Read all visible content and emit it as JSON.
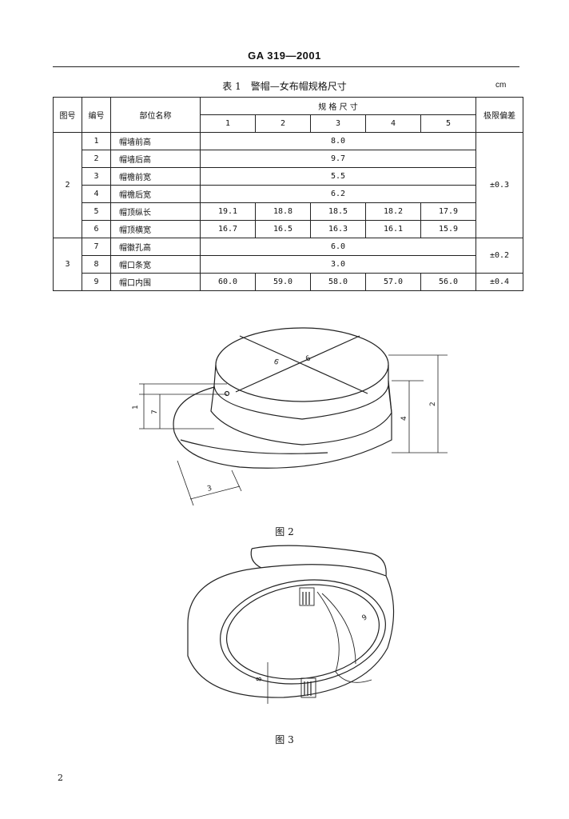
{
  "header": {
    "code": "GA 319—2001"
  },
  "table": {
    "caption": "表 1　警帽—女布帽规格尺寸",
    "unit": "cm",
    "col_headers": {
      "figure_no": "图号",
      "item_no": "编号",
      "part_name": "部位名称",
      "size_group": "规 格 尺 寸",
      "tolerance": "极限偏差"
    },
    "sizes": [
      "1",
      "2",
      "3",
      "4",
      "5"
    ],
    "groups": [
      {
        "figure": "2",
        "rows": [
          {
            "no": "1",
            "name": "帽墙前高",
            "value": "8.0"
          },
          {
            "no": "2",
            "name": "帽墙后高",
            "value": "9.7"
          },
          {
            "no": "3",
            "name": "帽檐前宽",
            "value": "5.5"
          },
          {
            "no": "4",
            "name": "帽檐后宽",
            "value": "6.2"
          },
          {
            "no": "5",
            "name": "帽顶纵长",
            "values": [
              "19.1",
              "18.8",
              "18.5",
              "18.2",
              "17.9"
            ]
          },
          {
            "no": "6",
            "name": "帽顶横宽",
            "values": [
              "16.7",
              "16.5",
              "16.3",
              "16.1",
              "15.9"
            ]
          }
        ]
      },
      {
        "figure": "3",
        "rows": [
          {
            "no": "7",
            "name": "帽徽孔高",
            "value": "6.0"
          },
          {
            "no": "8",
            "name": "帽口条宽",
            "value": "3.0"
          },
          {
            "no": "9",
            "name": "帽口内围",
            "values": [
              "60.0",
              "59.0",
              "58.0",
              "57.0",
              "56.0"
            ]
          }
        ]
      }
    ],
    "tolerances": [
      "±0.3",
      "±0.2",
      "±0.4"
    ]
  },
  "figure2": {
    "caption": "图 2",
    "labels": {
      "crown_a": "6",
      "crown_b": "6",
      "badge_height": "1",
      "front_height": "7",
      "back_brim": "4",
      "back_height": "2",
      "brim_width": "3"
    }
  },
  "figure3": {
    "caption": "图 3",
    "labels": {
      "band_width": "8",
      "inner_circ": "9"
    }
  },
  "footer": {
    "page_number": "2"
  }
}
